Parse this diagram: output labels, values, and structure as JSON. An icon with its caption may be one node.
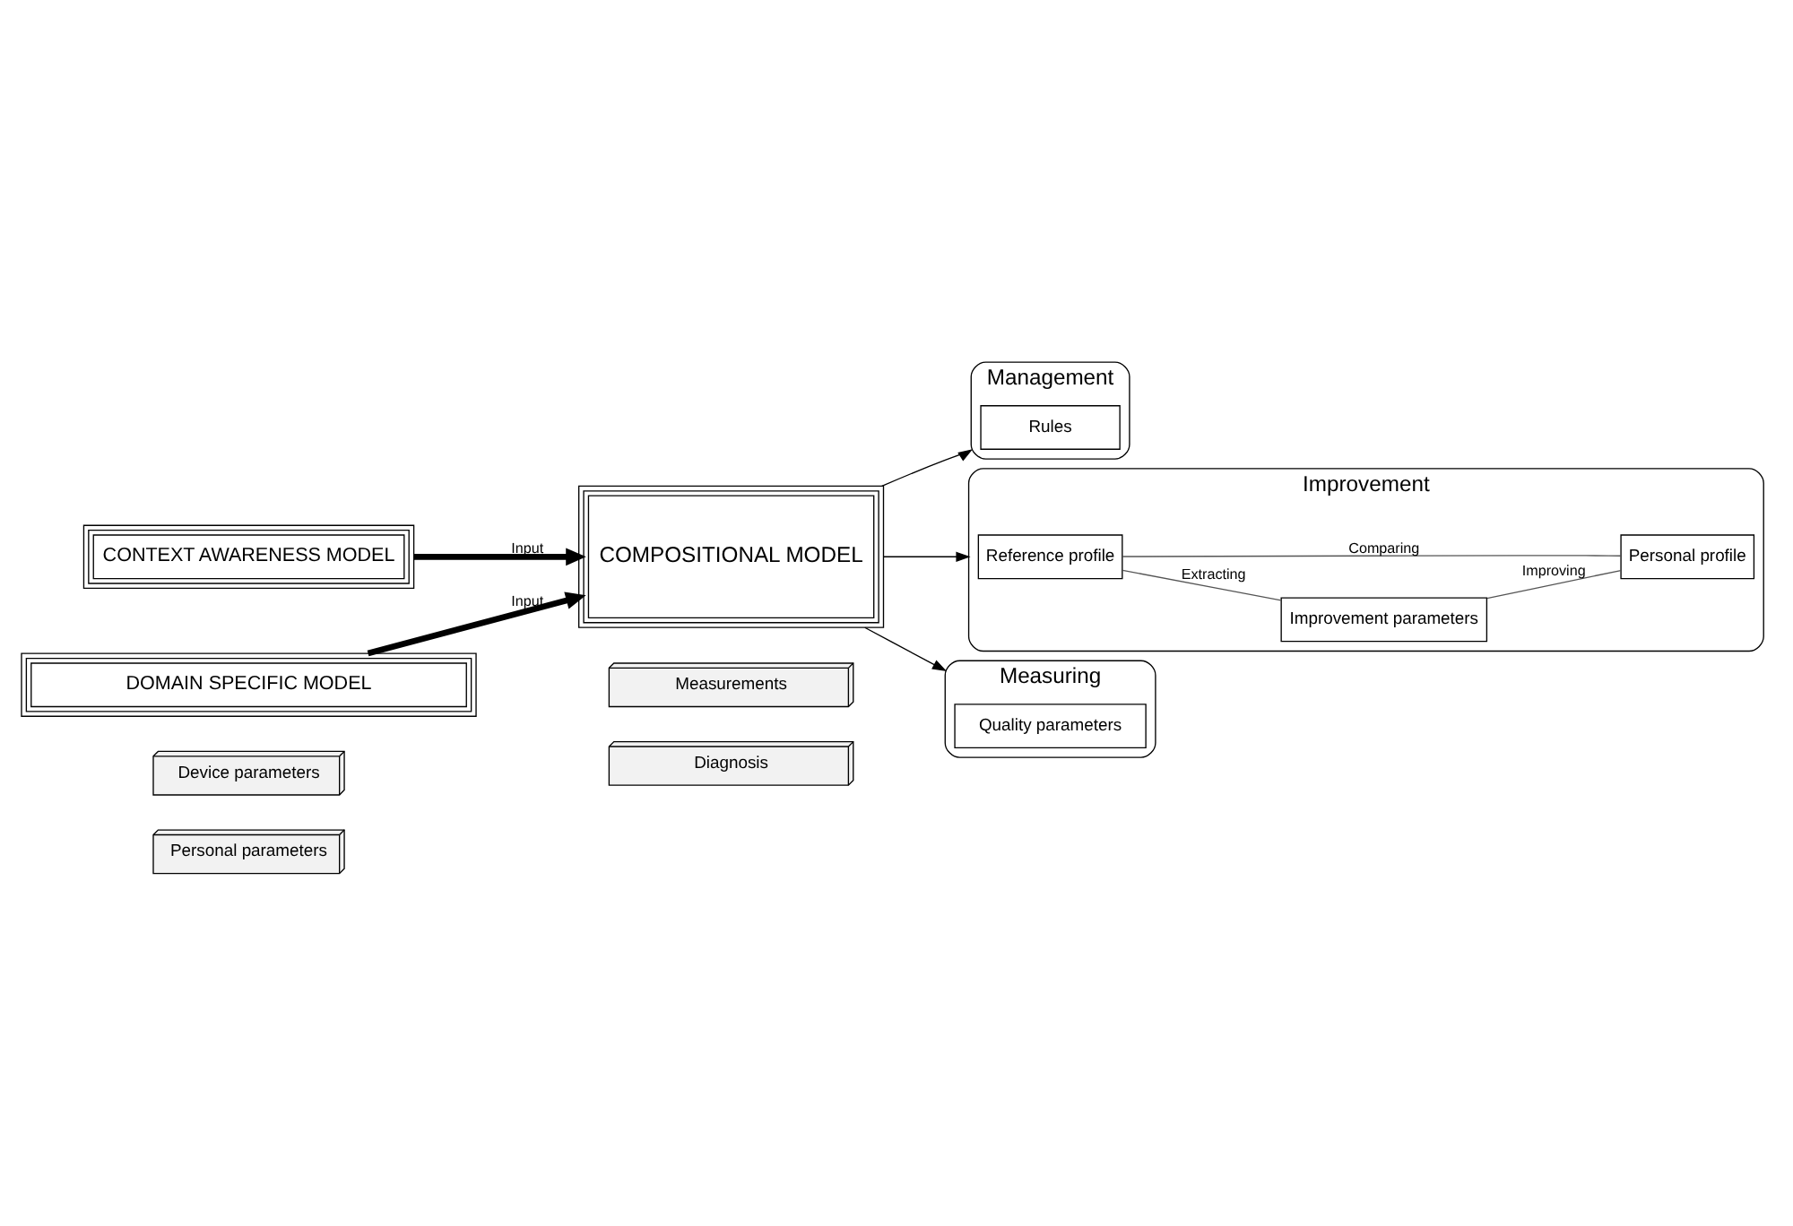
{
  "diagram": {
    "nodes": [
      {
        "text": [
          "Personal parameters"
        ]
      },
      {
        "text": [
          "Device parameters"
        ]
      },
      {
        "text": [
          "CONTEXT AWARENESS MODEL"
        ]
      },
      {
        "text": [
          "COMPOSITIONAL MODEL"
        ]
      },
      {
        "text": [
          "Management"
        ]
      },
      {
        "text": [
          "Rules"
        ],
        "in": 4
      },
      {
        "text": [
          "Improvement"
        ]
      },
      {
        "text": [
          "Reference profile"
        ],
        "in": 6
      },
      {
        "text": [
          "Improvement parameters"
        ],
        "in": 6
      },
      {
        "text": [
          "Personal profile"
        ],
        "in": 6
      },
      {
        "text": [
          "Measuring"
        ]
      },
      {
        "text": [
          "Quality parameters"
        ],
        "in": 10
      },
      {
        "text": [
          "DOMAIN SPECIFIC MODEL"
        ]
      },
      {
        "text": [
          "Measurements"
        ]
      },
      {
        "text": [
          "Diagnosis"
        ]
      }
    ],
    "edges": [
      {
        "from": 2,
        "to": 3,
        "arrow": "to",
        "label": "Input",
        "style": "thick"
      },
      {
        "from": 12,
        "to": 3,
        "arrow": "to",
        "label": "Input",
        "style": "thick"
      },
      {
        "from": 3,
        "to": 4,
        "arrow": "to"
      },
      {
        "from": 3,
        "to": 6,
        "arrow": "to"
      },
      {
        "from": 3,
        "to": 10,
        "arrow": "to"
      },
      {
        "from": 7,
        "to": 8,
        "arrow": "none",
        "label": "Extracting",
        "color": "#555555"
      },
      {
        "from": 8,
        "to": 9,
        "arrow": "none",
        "label": "Improving",
        "color": "#555555"
      },
      {
        "from": 9,
        "to": 7,
        "arrow": "none",
        "label": "Comparing",
        "color": "#555555"
      }
    ]
  }
}
